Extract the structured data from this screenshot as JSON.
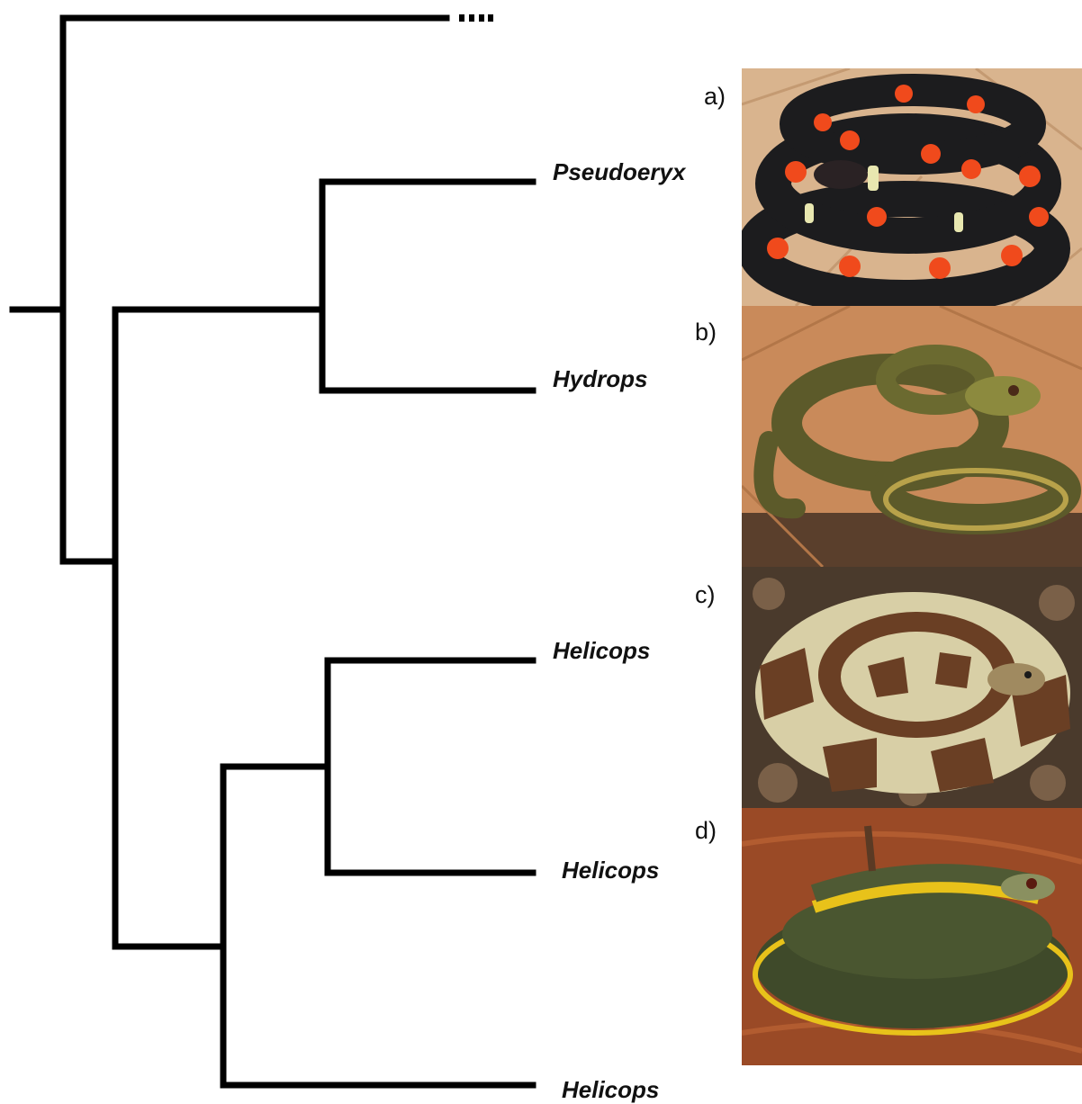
{
  "taxa": [
    "Pseudoeryx",
    "Hydrops",
    "Helicops",
    "Helicops",
    "Helicops"
  ],
  "panels": [
    {
      "label": "a)",
      "subject": "snake-coral-pattern",
      "colors": {
        "body": "#1c1c1e",
        "spot": "#f04a1c",
        "band": "#e8e7b0",
        "ground": "#d9b48e"
      }
    },
    {
      "label": "b)",
      "subject": "snake-olive-striped",
      "colors": {
        "body": "#5c5a2a",
        "belly": "#b8a24a",
        "ground": "#c98a5a"
      }
    },
    {
      "label": "c)",
      "subject": "snake-banded-brown",
      "colors": {
        "body": "#6a3f24",
        "band": "#d8cfa6",
        "ground": "#4a3a2c"
      }
    },
    {
      "label": "d)",
      "subject": "snake-yellow-belly",
      "colors": {
        "body": "#3f4a2a",
        "belly": "#e8c21a",
        "ground": "#9a4a26"
      }
    }
  ]
}
